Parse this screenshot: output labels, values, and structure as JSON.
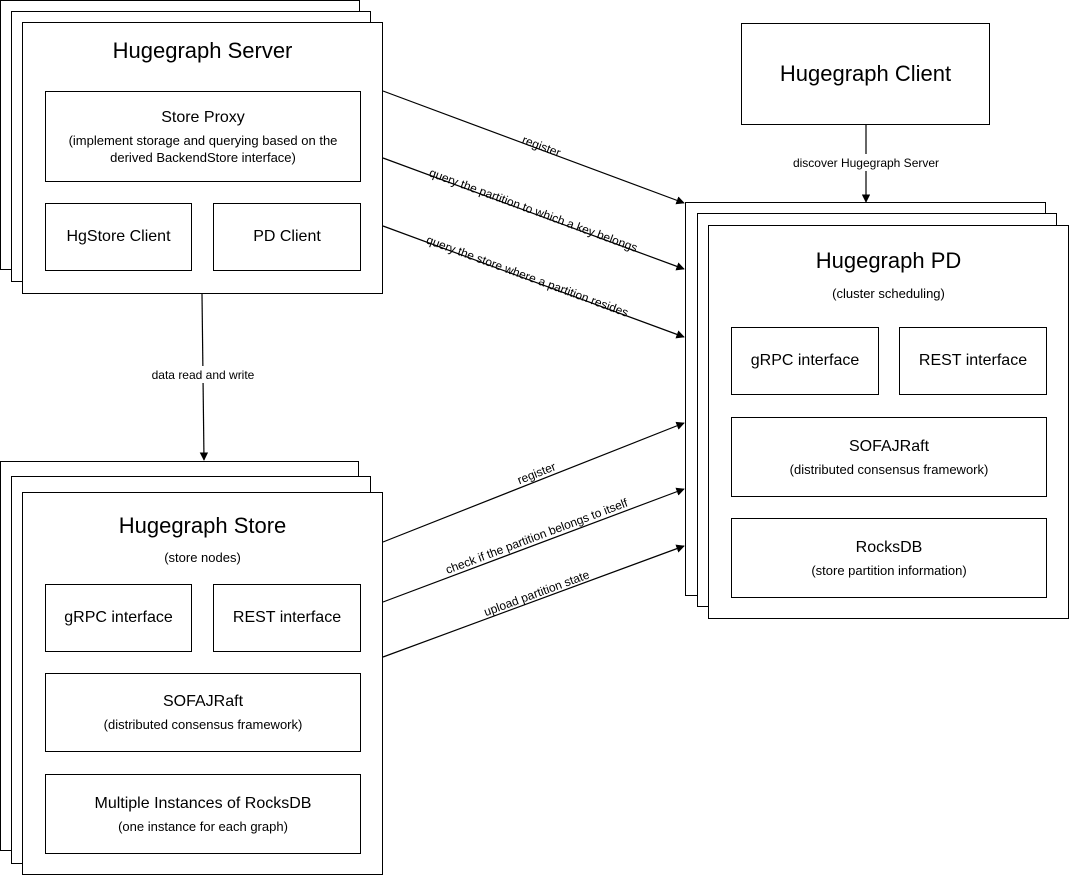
{
  "server": {
    "title": "Hugegraph Server",
    "store_proxy": {
      "title": "Store Proxy",
      "desc": "(implement storage and querying based on the derived BackendStore interface)"
    },
    "hgstore_client": "HgStore Client",
    "pd_client": "PD Client"
  },
  "client": {
    "title": "Hugegraph Client"
  },
  "pd": {
    "title": "Hugegraph PD",
    "subtitle": "(cluster scheduling)",
    "grpc": "gRPC interface",
    "rest": "REST interface",
    "sofajraft": {
      "title": "SOFAJRaft",
      "desc": "(distributed consensus framework)"
    },
    "rocksdb": {
      "title": "RocksDB",
      "desc": "(store partition information)"
    }
  },
  "store": {
    "title": "Hugegraph Store",
    "subtitle": "(store nodes)",
    "grpc": "gRPC interface",
    "rest": "REST interface",
    "sofajraft": {
      "title": "SOFAJRaft",
      "desc": "(distributed consensus framework)"
    },
    "rocksdb": {
      "title": "Multiple Instances of RocksDB",
      "desc": "(one instance for each graph)"
    }
  },
  "edges": {
    "server_register": "register",
    "server_query_partition": "query the partition to which a key belongs",
    "server_query_store": "query the store where a partition resides",
    "client_discover": "discover Hugegraph Server",
    "data_rw": "data read and write",
    "store_register": "register",
    "store_check": "check if the partition belongs to itself",
    "store_upload": "upload partition state"
  },
  "colors": {
    "stroke": "#000000",
    "background": "#ffffff"
  }
}
